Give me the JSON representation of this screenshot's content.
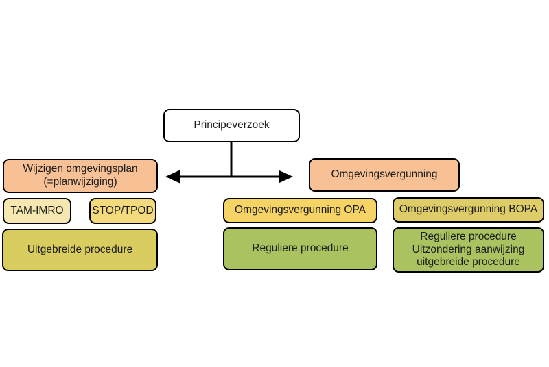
{
  "canvas": {
    "background": "#ffffff",
    "line_color": "#000000",
    "text_color": "#1c1c1c"
  },
  "root": {
    "label": "Principeverzoek",
    "bg": "#ffffff"
  },
  "left_branch": {
    "header": {
      "line1": "Wijzigen omgevingsplan",
      "line2": "(=planwijziging)",
      "bg": "#f7c095"
    },
    "tam_imro": {
      "label": "TAM-IMRO",
      "bg": "#f5e7af"
    },
    "stop_tpod": {
      "label": "STOP/TPOD",
      "bg": "#f3da7d"
    },
    "procedure": {
      "label": "Uitgebreide procedure",
      "bg": "#d9cd5f"
    }
  },
  "right_branch": {
    "header": {
      "label": "Omgevingsvergunning",
      "bg": "#f7c095"
    },
    "opa": {
      "label": "Omgevingsvergunning OPA",
      "bg": "#f5d365",
      "procedure": {
        "label": "Reguliere procedure",
        "bg": "#aac360"
      }
    },
    "bopa": {
      "label": "Omgevingsvergunning BOPA",
      "bg": "#ddcc67",
      "procedure": {
        "lines": {
          "0": "Reguliere procedure",
          "1": "Uitzondering aanwijzing",
          "2": "uitgebreide procedure"
        },
        "bg": "#aac360"
      }
    }
  }
}
